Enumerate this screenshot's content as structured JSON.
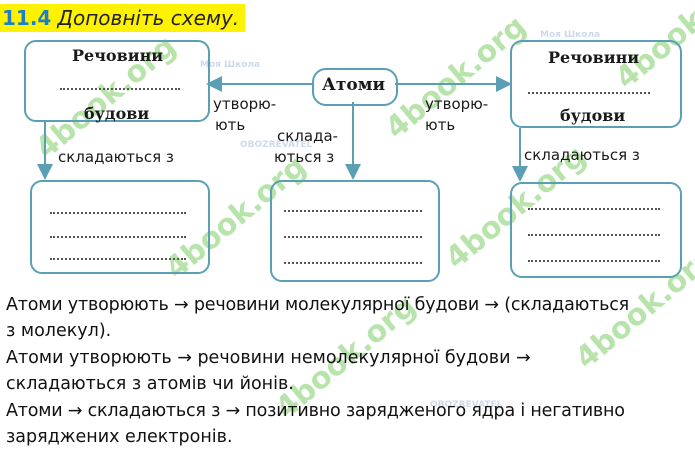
{
  "header": {
    "number": "11.4",
    "task": "Доповніть схему."
  },
  "diagram": {
    "left_top": {
      "title": "Речовини",
      "subtitle": "будови"
    },
    "center_top": {
      "title": "Атоми"
    },
    "right_top": {
      "title": "Речовини",
      "subtitle": "будови"
    },
    "edge_left_label": [
      "утворю-",
      "ють"
    ],
    "edge_center_label": [
      "склада-",
      "ються з"
    ],
    "edge_right_label": [
      "утворю-",
      "ють"
    ],
    "left_down_label": "складаються з",
    "right_down_label": "складаються з"
  },
  "answers": {
    "line1": "Атоми утворюють → речовини молекулярної будови → (складаються",
    "line2": "з молекул).",
    "line3": "Атоми утворюють → речовини немолекулярної будови →",
    "line4": "складаються з атомів чи йонів.",
    "line5": "Атоми → складаються з → позитивно зарядженого ядра і негативно",
    "line6": "заряджених електронів."
  },
  "watermarks": {
    "site": "4book.org",
    "school": "Моя Школа",
    "brand": "OBOZREVATEL"
  },
  "colors": {
    "box_border": "#5b9fb5",
    "heading_bg": "#fff200",
    "number": "#1e7fc9",
    "watermark": "#7fcf6a"
  }
}
